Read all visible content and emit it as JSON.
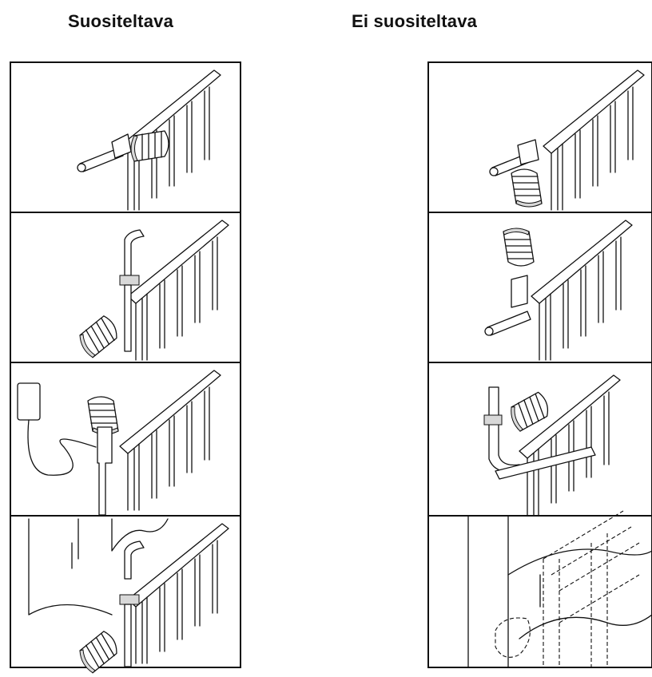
{
  "headings": {
    "recommended": "Suositeltava",
    "not_recommended": "Ei suositeltava"
  },
  "panels": {
    "recommended": [
      {
        "id": 1,
        "depicts": "valve-horizontal"
      },
      {
        "id": 2,
        "depicts": "valve-on-vertical-pipe"
      },
      {
        "id": 3,
        "depicts": "valve-with-remote-sensor"
      },
      {
        "id": 4,
        "depicts": "valve-behind-curtain-clear"
      }
    ],
    "not_recommended": [
      {
        "id": 1,
        "depicts": "valve-hanging-down"
      },
      {
        "id": 2,
        "depicts": "valve-pointing-up"
      },
      {
        "id": 3,
        "depicts": "valve-under-shelf"
      },
      {
        "id": 4,
        "depicts": "valve-covered-by-curtain"
      }
    ]
  }
}
